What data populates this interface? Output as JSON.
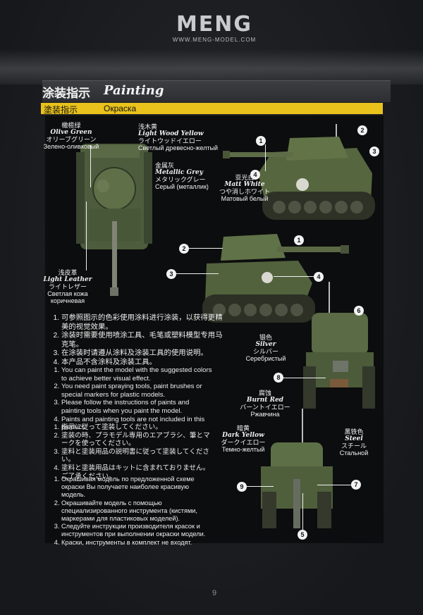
{
  "header": {
    "logo": "MENG",
    "url": "WWW.MENG-MODEL.COM"
  },
  "title": {
    "cn": "涂装指示",
    "en": "Painting",
    "band_left": "塗装指示",
    "band_right": "Окраска"
  },
  "colors": {
    "olive_green": {
      "cn": "橄榄绿",
      "en": "Olive Green",
      "jp": "オリーブグリーン",
      "ru": "Зелено-оливковый"
    },
    "light_wood_yellow": {
      "cn": "浅木黄",
      "en": "Light Wood Yellow",
      "jp": "ライトウッドイエロー",
      "ru": "Светлый древесно-желтый"
    },
    "metallic_grey": {
      "cn": "金属灰",
      "en": "Metallic Grey",
      "jp": "メタリックグレー",
      "ru": "Серый (металлик)"
    },
    "matt_white": {
      "cn": "亚光白",
      "en": "Matt White",
      "jp": "つや消しホワイト",
      "ru": "Матовый белый"
    },
    "light_leather": {
      "cn": "浅皮革",
      "en": "Light Leather",
      "jp": "ライトレザー",
      "ru1": "Светлая кожа",
      "ru2": "коричневая"
    },
    "silver": {
      "cn": "银色",
      "en": "Silver",
      "jp": "シルバー",
      "ru": "Серебристый"
    },
    "burnt_red": {
      "cn": "腐蚀",
      "en": "Burnt Red",
      "jp": "バーントイエロー",
      "ru": "Ржавчина"
    },
    "steel": {
      "cn": "黑铁色",
      "en": "Steel",
      "jp": "スチール",
      "ru": "Стальной"
    },
    "dark_yellow": {
      "cn": "暗黄",
      "en": "Dark Yellow",
      "jp": "ダークイエロー",
      "ru": "Темно-желтый"
    }
  },
  "numbers": [
    "1",
    "2",
    "3",
    "4",
    "5",
    "6",
    "7",
    "8",
    "9"
  ],
  "instructions": {
    "cn": [
      "可参照图示的色彩使用涂料进行涂装，以获得更精美的视觉效果。",
      "涂装时需要使用喷涂工具、毛笔或塑料模型专用马克笔。",
      "在涂装时请遵从涂料及涂装工具的使用说明。",
      "本产品不含涂料及涂装工具。"
    ],
    "en": [
      "You can paint the model with the suggested colors to achieve better visual effect.",
      "You need paint spraying tools, paint brushes or special markers for plastic models.",
      "Please follow the instructions of paints and painting tools when you paint the model.",
      "Paints and painting tools are not included in this product."
    ],
    "jp": [
      "指示に従って塗装してください。",
      "塗装の時、プラモデル専用のエアブラシ、筆とマークを使ってください。",
      "塗料と塗装用品の説明書に従って塗装してください。",
      "塗料と塗装用品はキットに含まれておりません。ご了承ください。"
    ],
    "ru": [
      "Окрашивая модель по предложенной схеме окраски Вы получаете наиболее красивую модель.",
      "Окрашивайте модель с помощью специализированного инструмента (кистями, маркерами для пластиковых моделей).",
      "Следуйте инструкции производителя красок и инструментов при выполнении окраски модели.",
      "Краски, инструменты в комплект не входят."
    ]
  },
  "page_number": "9"
}
